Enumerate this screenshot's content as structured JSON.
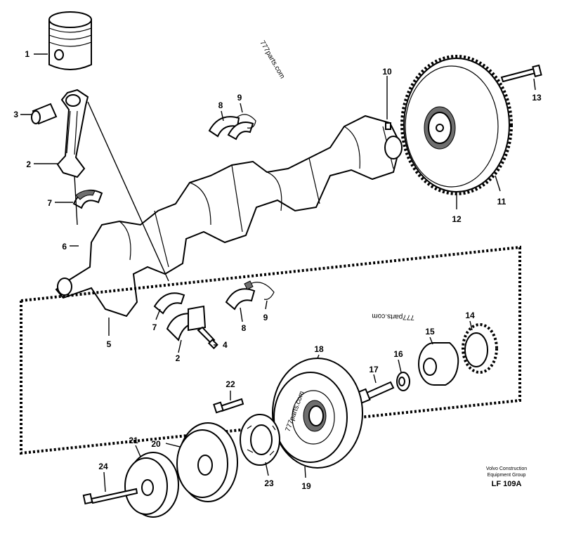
{
  "callouts": [
    "1",
    "2",
    "3",
    "2",
    "7",
    "8",
    "9",
    "10",
    "13",
    "11",
    "12",
    "6",
    "5",
    "7",
    "4",
    "8",
    "9",
    "14",
    "15",
    "16",
    "17",
    "18",
    "22",
    "21",
    "20",
    "24",
    "23",
    "19"
  ],
  "watermarks": [
    "777parts.com",
    "777parts.com",
    "777parts.com"
  ],
  "footer": {
    "company_line1": "Volvo Construction",
    "company_line2": "Equipment Group",
    "code": "LF 109A"
  }
}
